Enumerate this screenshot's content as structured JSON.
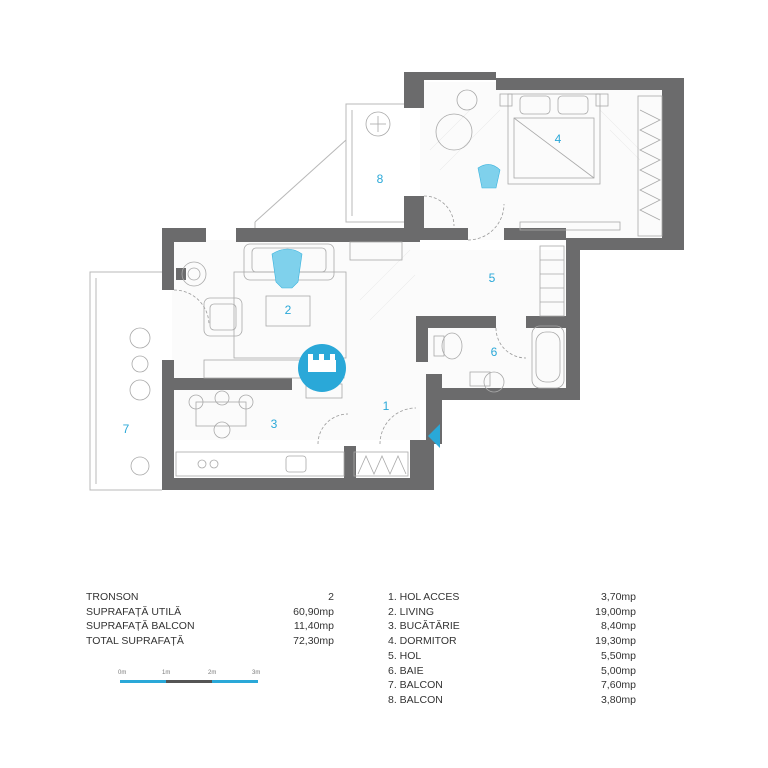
{
  "plan": {
    "rooms": [
      {
        "num": "1"
      },
      {
        "num": "2"
      },
      {
        "num": "3"
      },
      {
        "num": "4"
      },
      {
        "num": "5"
      },
      {
        "num": "6"
      },
      {
        "num": "7"
      },
      {
        "num": "8"
      }
    ],
    "wall_color": "#6b6b6c",
    "accent_color": "#2aa8d8"
  },
  "summary": [
    {
      "label": "TRONSON",
      "value": "2"
    },
    {
      "label": "SUPRAFAȚĂ UTILĂ",
      "value": "60,90mp"
    },
    {
      "label": "SUPRAFAȚĂ BALCON",
      "value": "11,40mp"
    },
    {
      "label": "TOTAL SUPRAFAȚĂ",
      "value": "72,30mp"
    }
  ],
  "rooms_list": [
    {
      "label": "1. HOL ACCES",
      "value": "3,70mp"
    },
    {
      "label": "2. LIVING",
      "value": "19,00mp"
    },
    {
      "label": "3. BUCĂTĂRIE",
      "value": "8,40mp"
    },
    {
      "label": "4. DORMITOR",
      "value": "19,30mp"
    },
    {
      "label": "5. HOL",
      "value": "5,50mp"
    },
    {
      "label": "6. BAIE",
      "value": "5,00mp"
    },
    {
      "label": "7. BALCON",
      "value": "7,60mp"
    },
    {
      "label": "8. BALCON",
      "value": "3,80mp"
    }
  ],
  "scale": {
    "labels": [
      "0m",
      "1m",
      "2m",
      "3m"
    ]
  }
}
